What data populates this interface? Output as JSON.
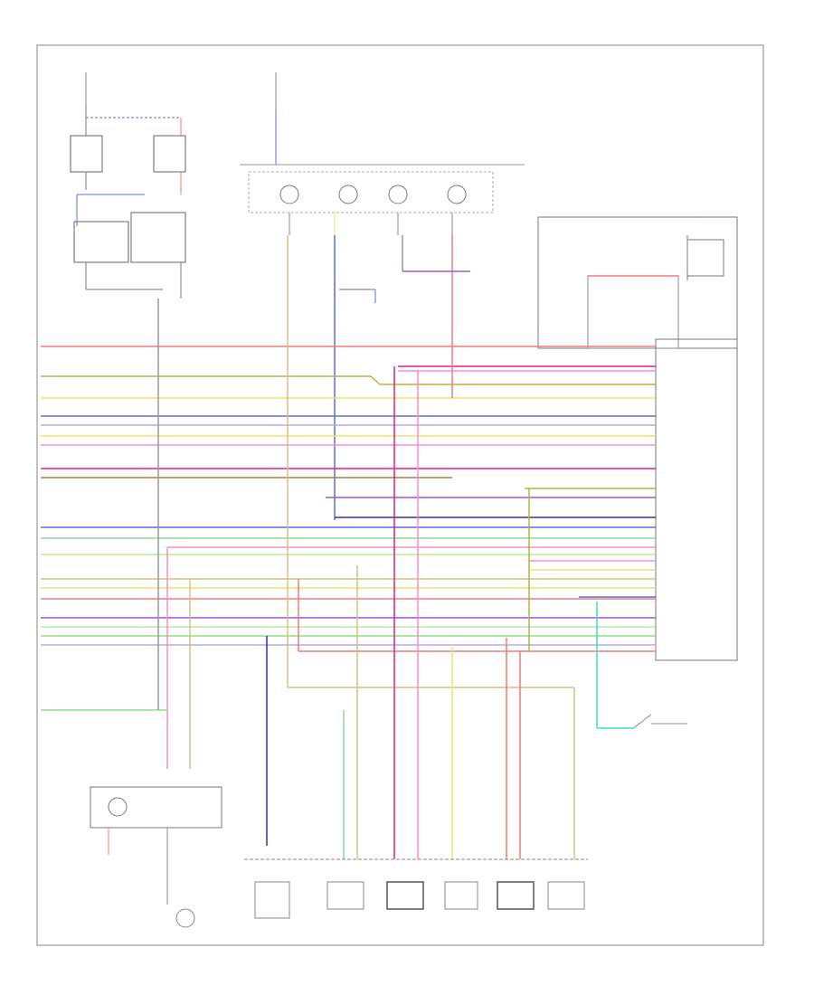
{
  "diagram": {
    "title": "",
    "footer_code": "",
    "components": {
      "fuse_box_1": "",
      "fuse_box_2": "",
      "shift_lock_relay": "",
      "solenoid_valves_label": "",
      "inhibitor_switch": "",
      "solenoid_1": "",
      "solenoid_2": "",
      "solenoid_3": "",
      "solenoid_4": "",
      "solenoid_5": "",
      "vehicle_speed_sensor": "",
      "ecm": "",
      "tcm_label": "",
      "stop_lamp_switch": "",
      "neutral_switch": ""
    },
    "colors": {
      "red": "#f07a7a",
      "pink": "#f58fc8",
      "magenta": "#e0208a",
      "olive": "#b8b04a",
      "yellow": "#f2e06a",
      "blue": "#5a6fd8",
      "violet": "#9a5ad8",
      "lavender": "#b9a8e8",
      "green": "#8fdc8f",
      "lightgreen": "#b8eaa0",
      "cyan": "#40d8d0",
      "tan": "#d8c080",
      "brown": "#a08040",
      "orange": "#f0a060",
      "gray": "#999999",
      "navy": "#3030a0"
    },
    "wires": [
      {
        "id": "w1",
        "color": "red"
      },
      {
        "id": "w2",
        "color": "olive"
      },
      {
        "id": "w3",
        "color": "yellow"
      },
      {
        "id": "w4",
        "color": "blue"
      },
      {
        "id": "w5",
        "color": "lavender"
      },
      {
        "id": "w6",
        "color": "yellow"
      },
      {
        "id": "w7",
        "color": "pink"
      },
      {
        "id": "w8",
        "color": "magenta"
      },
      {
        "id": "w9",
        "color": "brown"
      },
      {
        "id": "w10",
        "color": "violet"
      },
      {
        "id": "w11",
        "color": "navy"
      },
      {
        "id": "w12",
        "color": "blue"
      },
      {
        "id": "w13",
        "color": "green"
      },
      {
        "id": "w14",
        "color": "pink"
      },
      {
        "id": "w15",
        "color": "lightgreen"
      },
      {
        "id": "w16",
        "color": "tan"
      },
      {
        "id": "w17",
        "color": "yellow"
      },
      {
        "id": "w18",
        "color": "red"
      },
      {
        "id": "w19",
        "color": "violet"
      },
      {
        "id": "w20",
        "color": "lightgreen"
      },
      {
        "id": "w21",
        "color": "green"
      },
      {
        "id": "w22",
        "color": "lavender"
      },
      {
        "id": "w23",
        "color": "cyan"
      },
      {
        "id": "w24",
        "color": "orange"
      }
    ]
  }
}
